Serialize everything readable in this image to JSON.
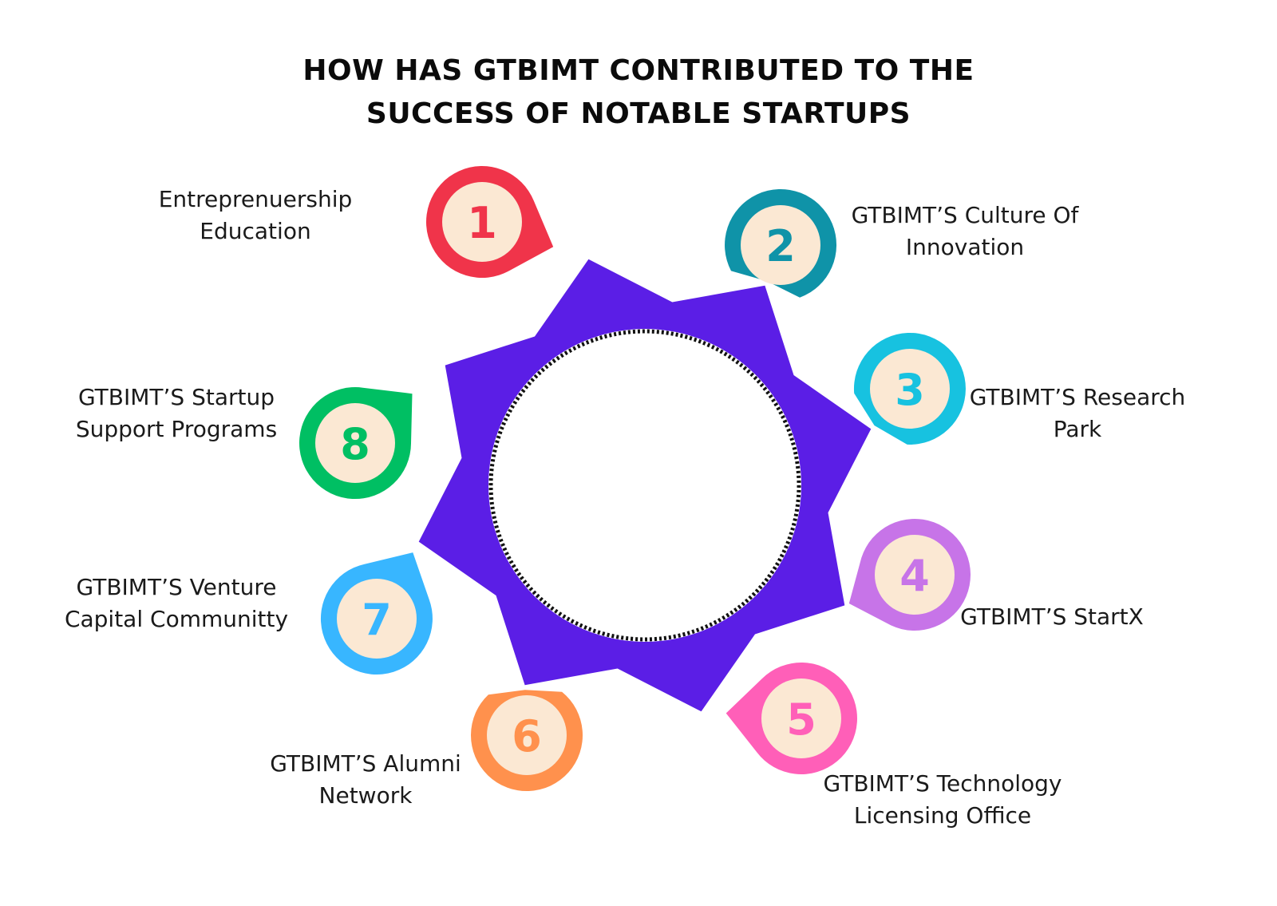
{
  "title": {
    "line1": "HOW HAS GTBIMT CONTRIBUTED TO THE",
    "line2": "SUCCESS OF NOTABLE STARTUPS"
  },
  "colors": {
    "star": "#5b1ee6",
    "circle_face": "#fbe8d3",
    "dots": "#111111"
  },
  "items": [
    {
      "number": "1",
      "lines": [
        "Entreprenuership",
        "Education"
      ],
      "color": "#f0344a"
    },
    {
      "number": "2",
      "lines": [
        "GTBIMT’S Culture Of",
        "Innovation"
      ],
      "color": "#0f93a8"
    },
    {
      "number": "3",
      "lines": [
        "GTBIMT’S Research",
        "Park"
      ],
      "color": "#17c2e0"
    },
    {
      "number": "4",
      "lines": [
        "GTBIMT’S StartX"
      ],
      "color": "#c774e8"
    },
    {
      "number": "5",
      "lines": [
        "GTBIMT’S Technology",
        "Licensing Office"
      ],
      "color": "#ff5fb8"
    },
    {
      "number": "6",
      "lines": [
        "GTBIMT’S Alumni",
        "Network"
      ],
      "color": "#ff914d"
    },
    {
      "number": "7",
      "lines": [
        "GTBIMT’S Venture",
        "Capital Communitty"
      ],
      "color": "#38b6ff"
    },
    {
      "number": "8",
      "lines": [
        "GTBIMT’S Startup",
        "Support Programs"
      ],
      "color": "#00bf63"
    }
  ]
}
